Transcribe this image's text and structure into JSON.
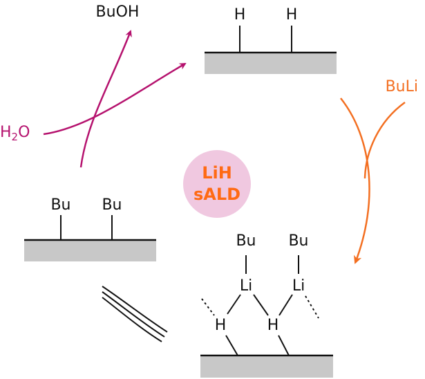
{
  "title_badge": {
    "line1": "LiH",
    "line2": "sALD",
    "text_color": "#ff6a13",
    "fill_color": "#f0c8e0"
  },
  "reagents": {
    "water": {
      "main": "H",
      "sub": "2",
      "tail": "O"
    },
    "product": "BuOH",
    "lithium_reagent": "BuLi"
  },
  "colors": {
    "magenta": "#b5126e",
    "orange": "#f36f21",
    "surface": "#c8c8c8",
    "ink": "#111111"
  },
  "surfaces": {
    "hydride": {
      "atoms": [
        "H",
        "H"
      ]
    },
    "complex": {
      "top": [
        "Bu",
        "Bu"
      ],
      "middle": [
        "Li",
        "Li"
      ],
      "bottom": [
        "H",
        "H"
      ]
    },
    "butyl": {
      "atoms": [
        "Bu",
        "Bu"
      ]
    }
  },
  "icons": {
    "equilibrium": "triple-curve-icon"
  }
}
